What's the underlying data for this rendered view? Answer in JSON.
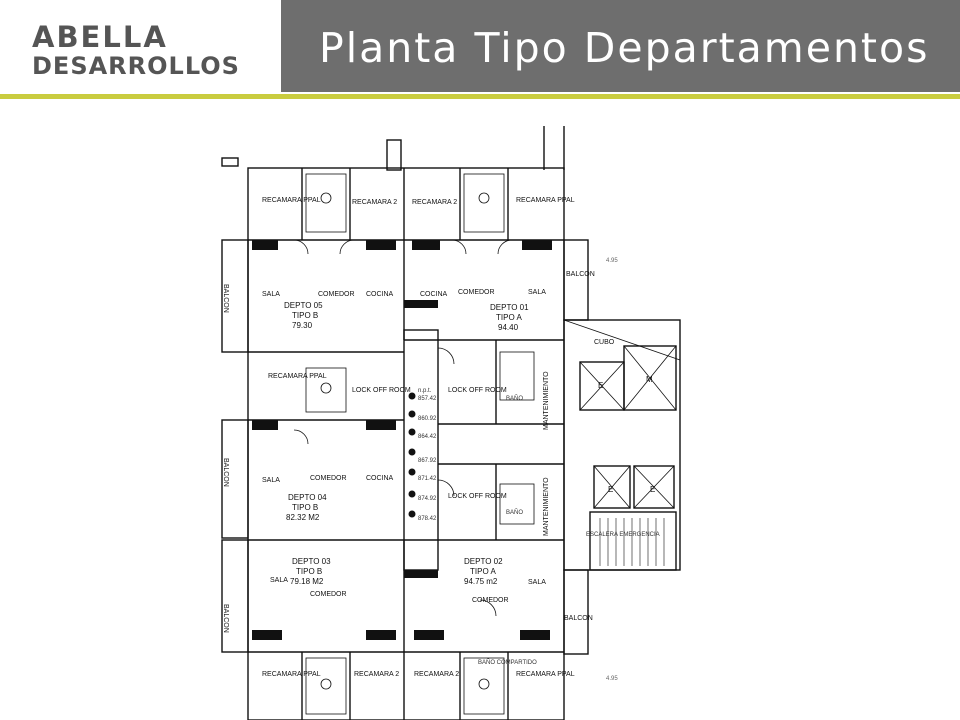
{
  "header": {
    "logo_line1": "ABELLA",
    "logo_line2": "DESARROLLOS",
    "title": "Planta Tipo Departamentos",
    "accent_color": "#c9cc3f",
    "title_bg": "#6e6e6e"
  },
  "plan": {
    "top_rooms": [
      "RECAMARA PPAL",
      "RECAMARA 2",
      "RECAMARA 2",
      "RECAMARA PPAL"
    ],
    "depto_05": {
      "name": "DEPTO 05",
      "tipo": "TIPO B",
      "area": "79.30"
    },
    "depto_01": {
      "name": "DEPTO 01",
      "tipo": "TIPO A",
      "area": "94.40"
    },
    "depto_04": {
      "name": "DEPTO 04",
      "tipo": "TIPO B",
      "area": "82.32 M2"
    },
    "depto_03": {
      "name": "DEPTO 03",
      "tipo": "TIPO B",
      "area": "79.18 M2"
    },
    "depto_02": {
      "name": "DEPTO 02",
      "tipo": "TIPO A",
      "area": "94.75 m2"
    },
    "sala": "SALA",
    "comedor": "COMEDOR",
    "cocina": "COCINA",
    "balcon": "BALCON",
    "recamara_ppal": "RECAMARA PPAL",
    "recamara_2": "RECAMARA 2",
    "lock_off": "LOCK OFF ROOM",
    "lock_off_partial": "LOCK OFF ROOM",
    "mantenimiento": "MANTENIMIENTO",
    "cubo": "CUBO",
    "escalera": "ESCALERA EMERGENCIA",
    "bano": "BAÑO",
    "bano_compartido": "BAÑO COMPARTIDO",
    "elevator_m": "M",
    "elevator_e": "E",
    "dim_495": "4.95",
    "levels": [
      "857.42",
      "860.92",
      "864.42",
      "867.92",
      "871.42",
      "874.92",
      "878.42"
    ],
    "level_prefix": "n.p.t."
  }
}
